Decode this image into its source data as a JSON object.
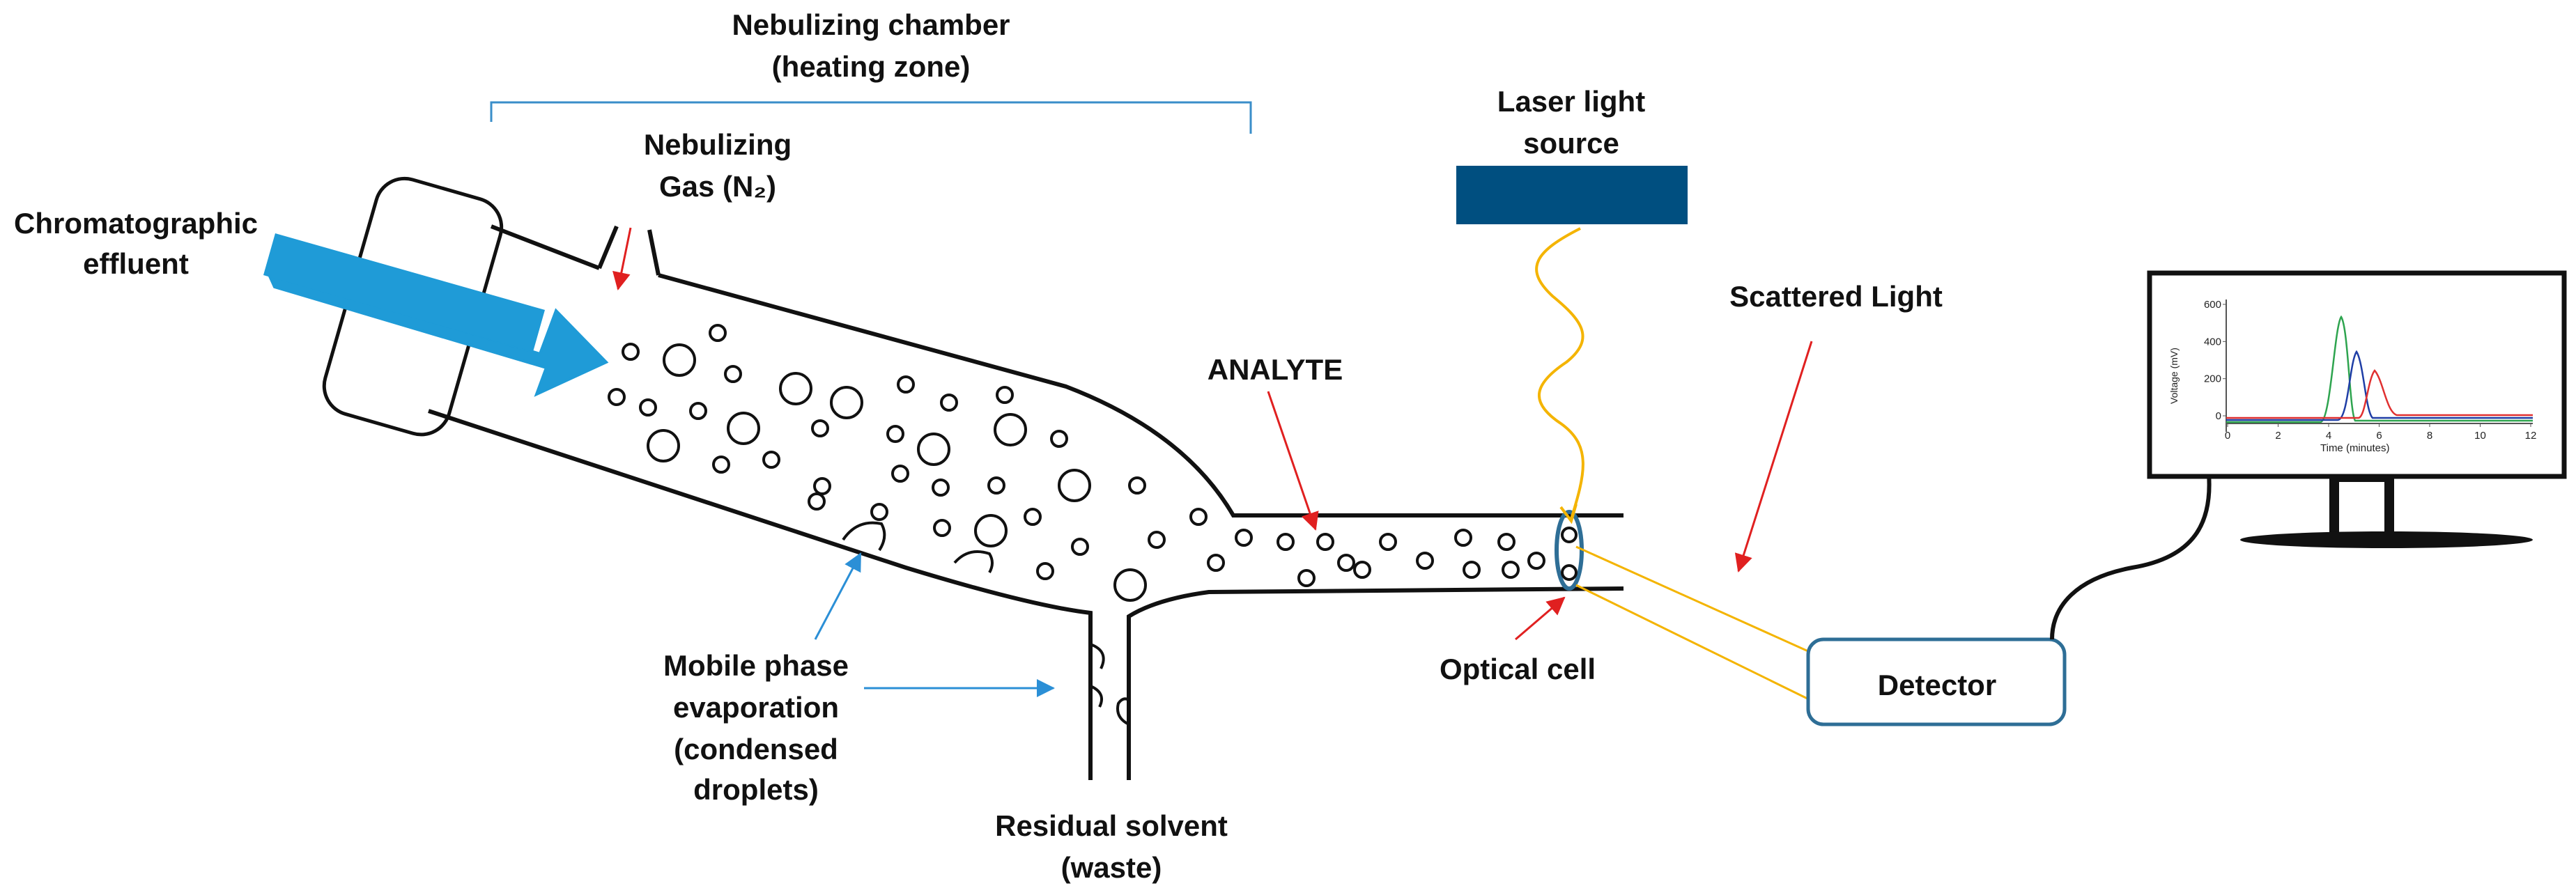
{
  "labels": {
    "chamber_line1": "Nebulizing chamber",
    "chamber_line2": "(heating zone)",
    "gas_line1": "Nebulizing",
    "gas_line2": "Gas (N₂)",
    "effluent_line1": "Chromatographic",
    "effluent_line2": "effluent",
    "laser_line1": "Laser light",
    "laser_line2": "source",
    "scattered": "Scattered Light",
    "analyte": "ANALYTE",
    "optical_cell": "Optical cell",
    "detector": "Detector",
    "mobile_line1": "Mobile phase",
    "mobile_line2": "evaporation",
    "mobile_line3": "(condensed",
    "mobile_line4": "droplets)",
    "waste_line1": "Residual solvent",
    "waste_line2": "(waste)"
  },
  "monitor_chart": {
    "ylabel": "Voltage (mV)",
    "xlabel": "Time (minutes)",
    "y_ticks": [
      "600",
      "400",
      "200",
      "0"
    ],
    "x_ticks": [
      "0",
      "2",
      "4",
      "6",
      "8",
      "10",
      "12"
    ]
  },
  "colors": {
    "arrow_blue": "#1f9bd7",
    "annot_red": "#e02020",
    "annot_blue": "#2b8fd6",
    "laser_box": "#004f80",
    "beam": "#f4b400",
    "detector_border": "#2e6e96",
    "peak_green": "#2ea44f",
    "peak_blue": "#1f3ea6",
    "peak_red": "#e03030"
  }
}
